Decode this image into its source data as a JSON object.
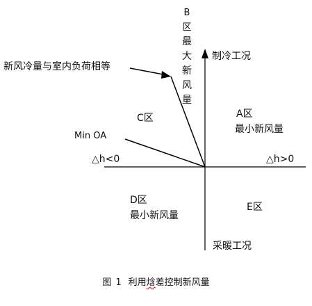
{
  "diagram": {
    "zone_b_chars": [
      "B区",
      "最",
      "大",
      "新",
      "风",
      "量"
    ],
    "heating_label": "制冷工况",
    "fresh_air_equals_label": "新风冷量与室内负荷相等",
    "zone_c": "C区",
    "zone_a": "A区",
    "zone_a_desc": "最小新风量",
    "min_oa": "Min OA",
    "dh_neg": "△h<0",
    "dh_pos": "△h>0",
    "zone_d": "D区",
    "zone_d_desc": "最小新风量",
    "zone_e": "E区",
    "cooling_label": "采暖工况"
  },
  "caption": {
    "fig": "图",
    "number": "1",
    "pre": "利用",
    "underlined": "焓",
    "post": "差控制新风量"
  }
}
